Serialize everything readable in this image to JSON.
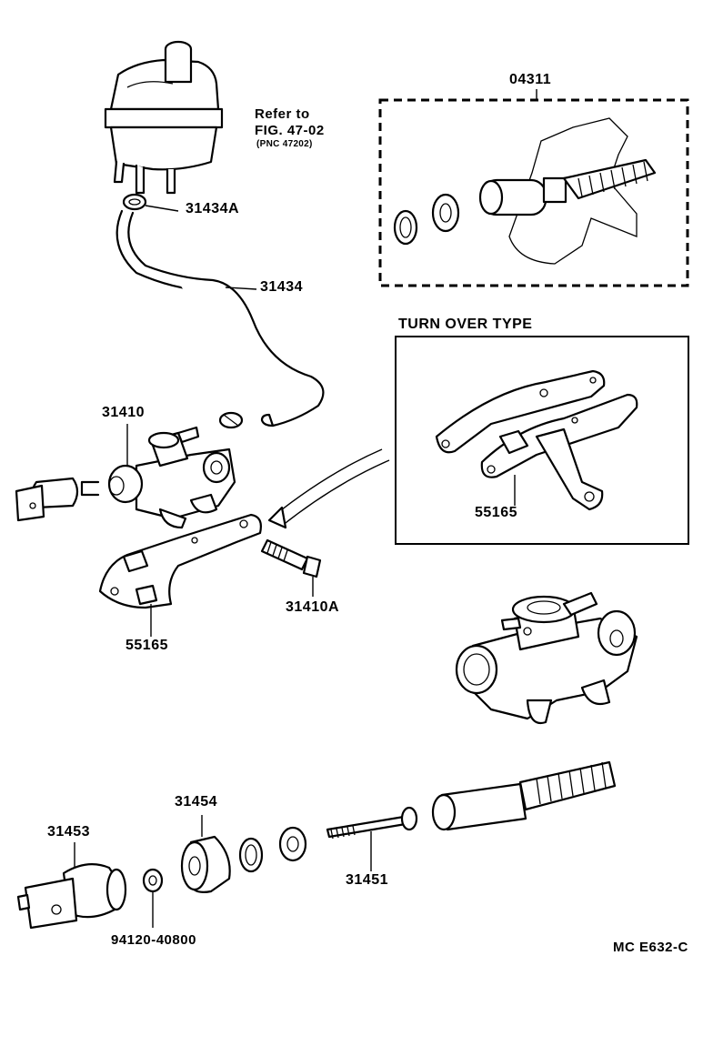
{
  "callouts": {
    "reservoir_refer_line1": "Refer to",
    "reservoir_refer_line2": "FIG. 47-02",
    "reservoir_refer_pnc": "(PNC 47202)",
    "clip": "31434A",
    "hose": "31434",
    "kit": "04311",
    "turn_over_title": "TURN OVER TYPE",
    "turn_over_bracket": "55165",
    "master_cylinder": "31410",
    "bracket": "55165",
    "bolt": "31410A",
    "boot": "31454",
    "rod_clevis": "31453",
    "nut": "94120-40800",
    "push_rod": "31451",
    "figure_code": "MC E632-C"
  }
}
